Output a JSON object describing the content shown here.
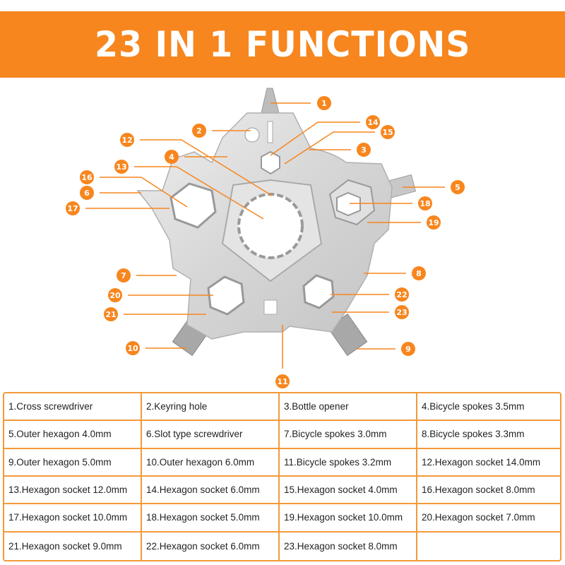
{
  "header": {
    "title": "23 IN 1 FUNCTIONS"
  },
  "colors": {
    "accent": "#f7861e",
    "metal": "#d9d9d9"
  },
  "callouts": [
    "1",
    "2",
    "3",
    "4",
    "5",
    "6",
    "7",
    "8",
    "9",
    "10",
    "11",
    "12",
    "13",
    "14",
    "15",
    "16",
    "17",
    "18",
    "19",
    "20",
    "21",
    "22",
    "23"
  ],
  "functions": [
    "1.Cross screwdriver",
    "2.Keyring hole",
    "3.Bottle opener",
    "4.Bicycle spokes 3.5mm",
    "5.Outer hexagon 4.0mm",
    "6.Slot type screwdriver",
    "7.Bicycle spokes 3.0mm",
    "8.Bicycle spokes 3.3mm",
    "9.Outer hexagon 5.0mm",
    "10.Outer hexagon 6.0mm",
    "11.Bicycle spokes 3.2mm",
    "12.Hexagon socket 14.0mm",
    "13.Hexagon socket 12.0mm",
    "14.Hexagon socket 6.0mm",
    "15.Hexagon socket 4.0mm",
    "16.Hexagon socket 8.0mm",
    "17.Hexagon socket 10.0mm",
    "18.Hexagon socket 5.0mm",
    "19.Hexagon socket 10.0mm",
    "20.Hexagon socket 7.0mm",
    "21.Hexagon socket 9.0mm",
    "22.Hexagon socket 6.0mm",
    "23.Hexagon socket 8.0mm",
    ""
  ]
}
